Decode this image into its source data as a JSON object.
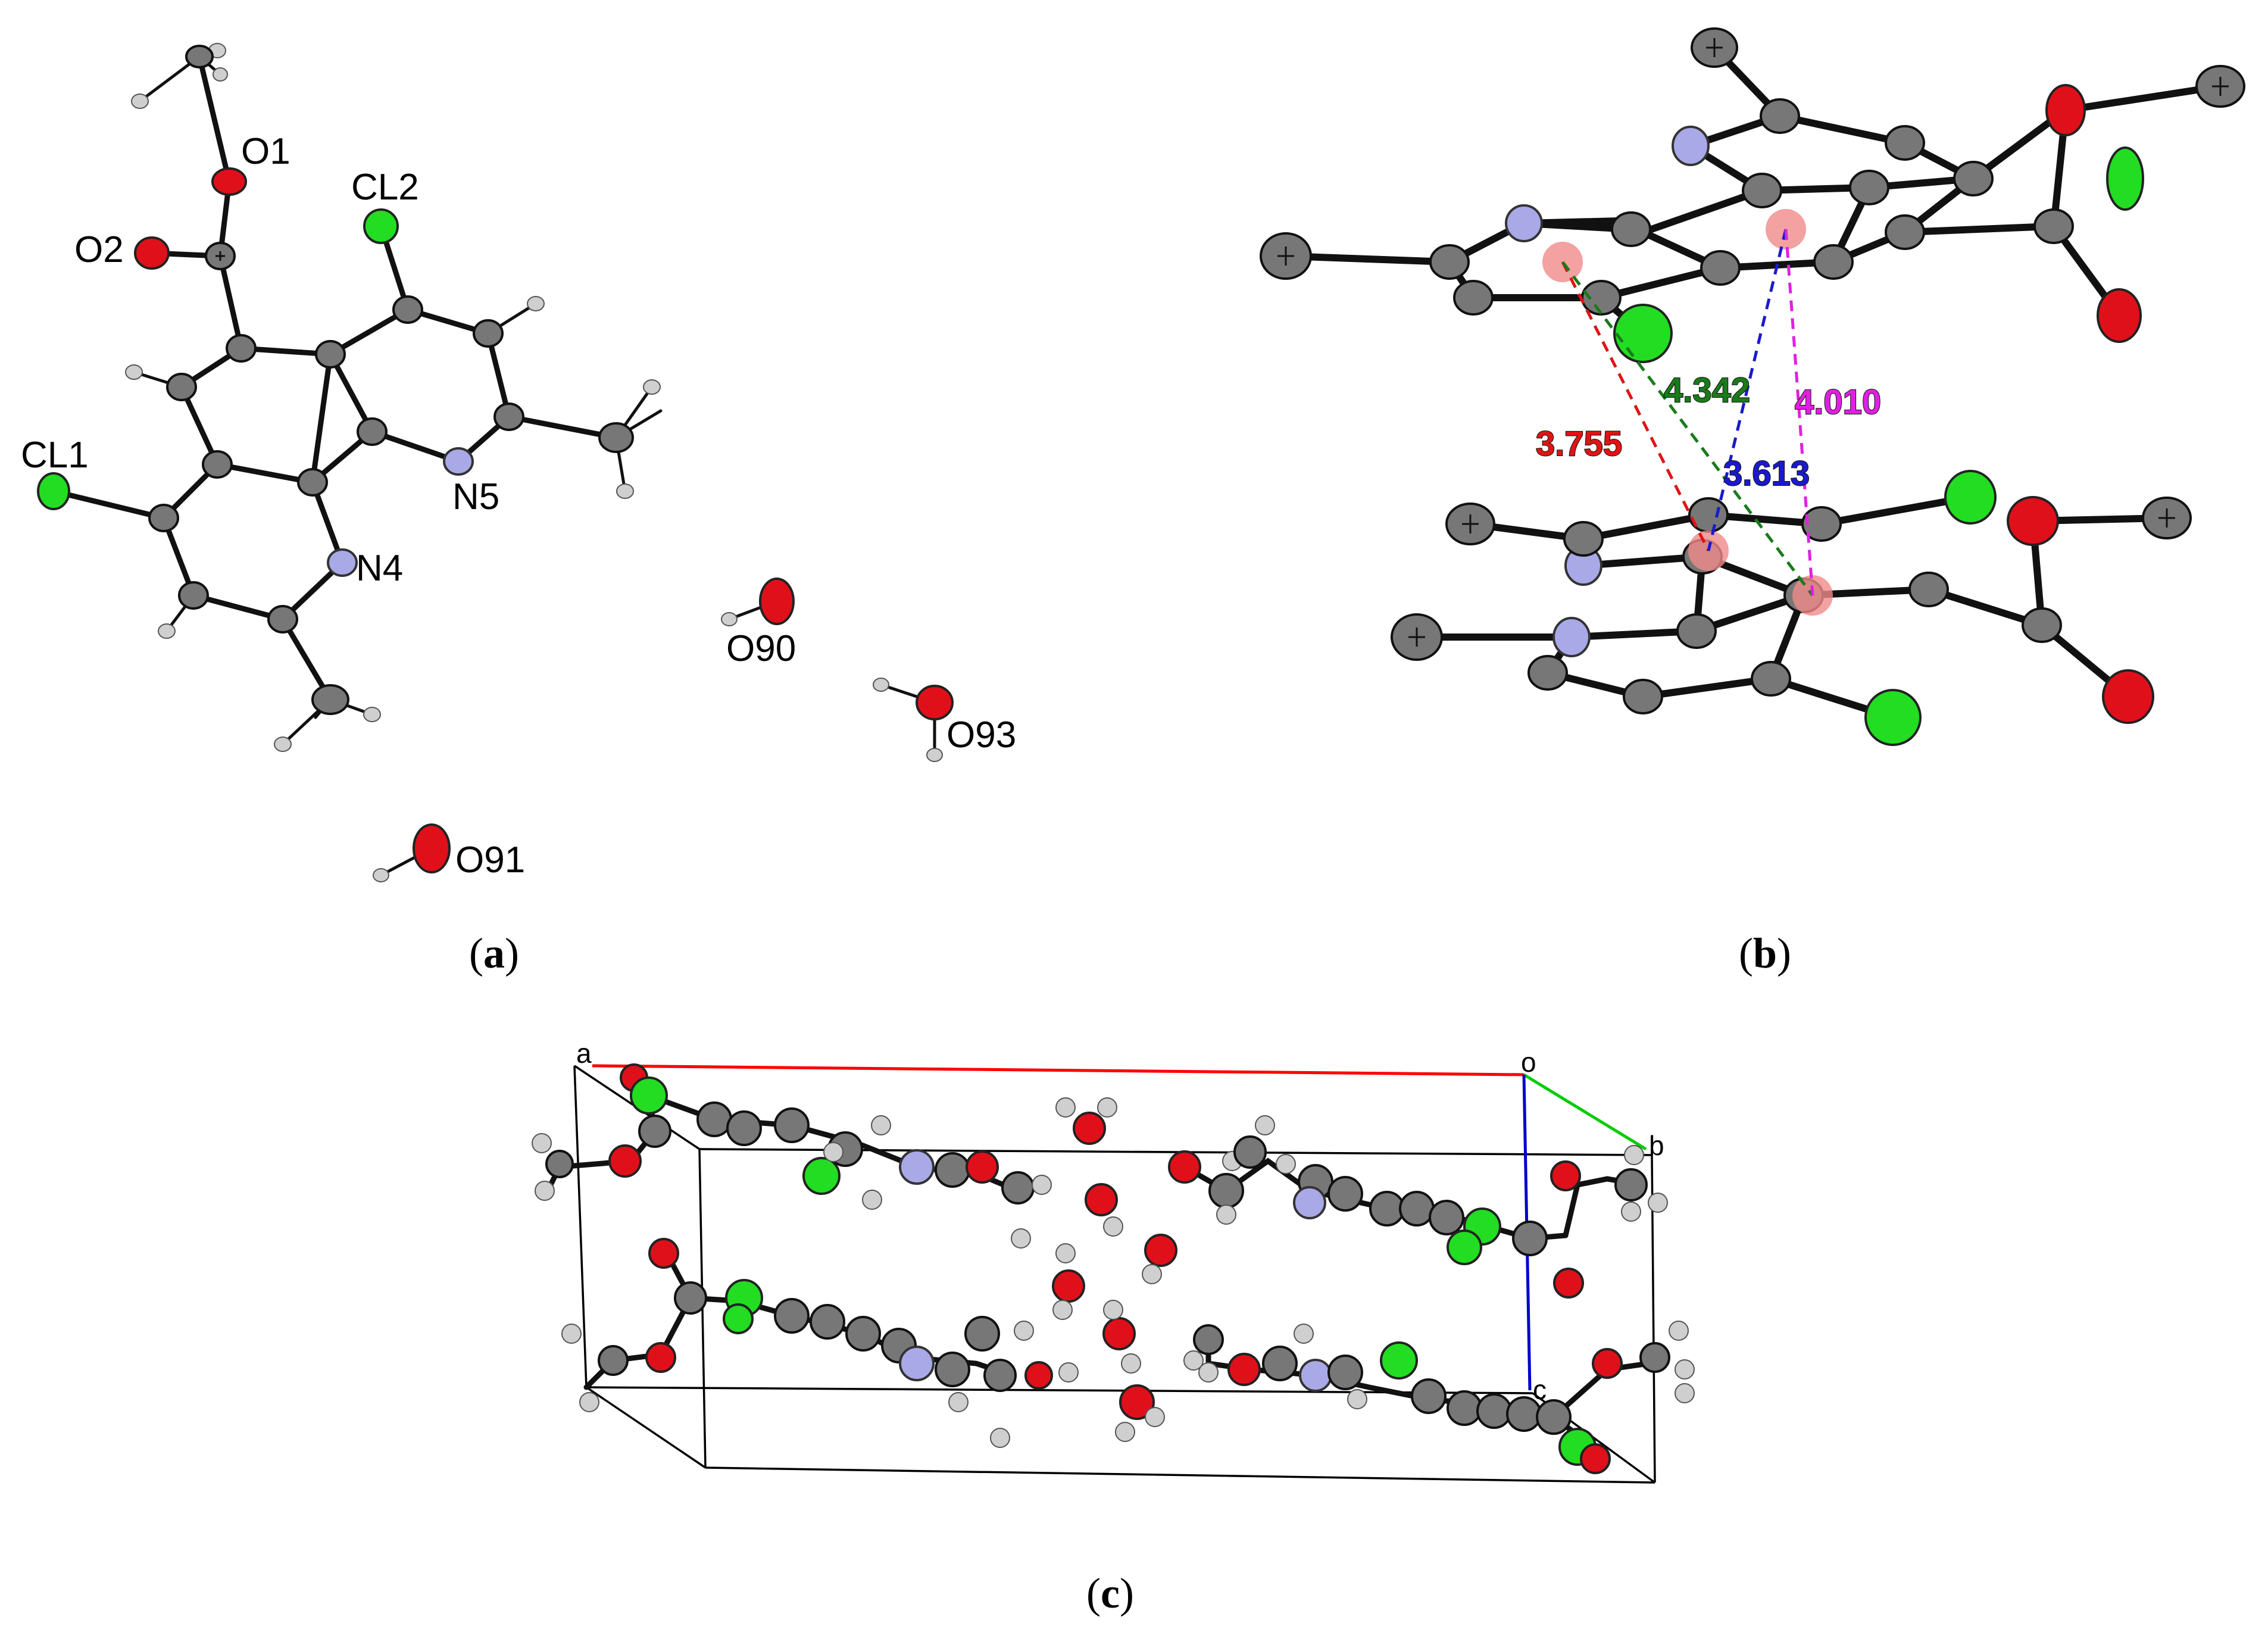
{
  "panels": {
    "a": {
      "caption_open": "(",
      "caption_letter": "a",
      "caption_close": ")",
      "atom_labels": [
        "O1",
        "CL2",
        "O2",
        "CL1",
        "N5",
        "N4",
        "O90",
        "O93",
        "O91"
      ]
    },
    "b": {
      "caption_open": "(",
      "caption_letter": "b",
      "caption_close": ")",
      "distances": [
        {
          "value": "3.755",
          "color": "#e01414"
        },
        {
          "value": "4.342",
          "color": "#1a7a1a"
        },
        {
          "value": "4.010",
          "color": "#e020e0"
        },
        {
          "value": "3.613",
          "color": "#1a1acc"
        }
      ]
    },
    "c": {
      "caption_open": "(",
      "caption_letter": "c",
      "caption_close": ")",
      "axis_labels": [
        "a",
        "o",
        "b",
        "c"
      ],
      "axis_colors": {
        "a": "#ff0000",
        "b": "#00cc00",
        "c": "#0000cc"
      }
    }
  },
  "atom_colors": {
    "C": "#777777",
    "N": "#a9a9e8",
    "O": "#e0101a",
    "Cl": "#22dd22",
    "H": "#cfcfcf"
  }
}
